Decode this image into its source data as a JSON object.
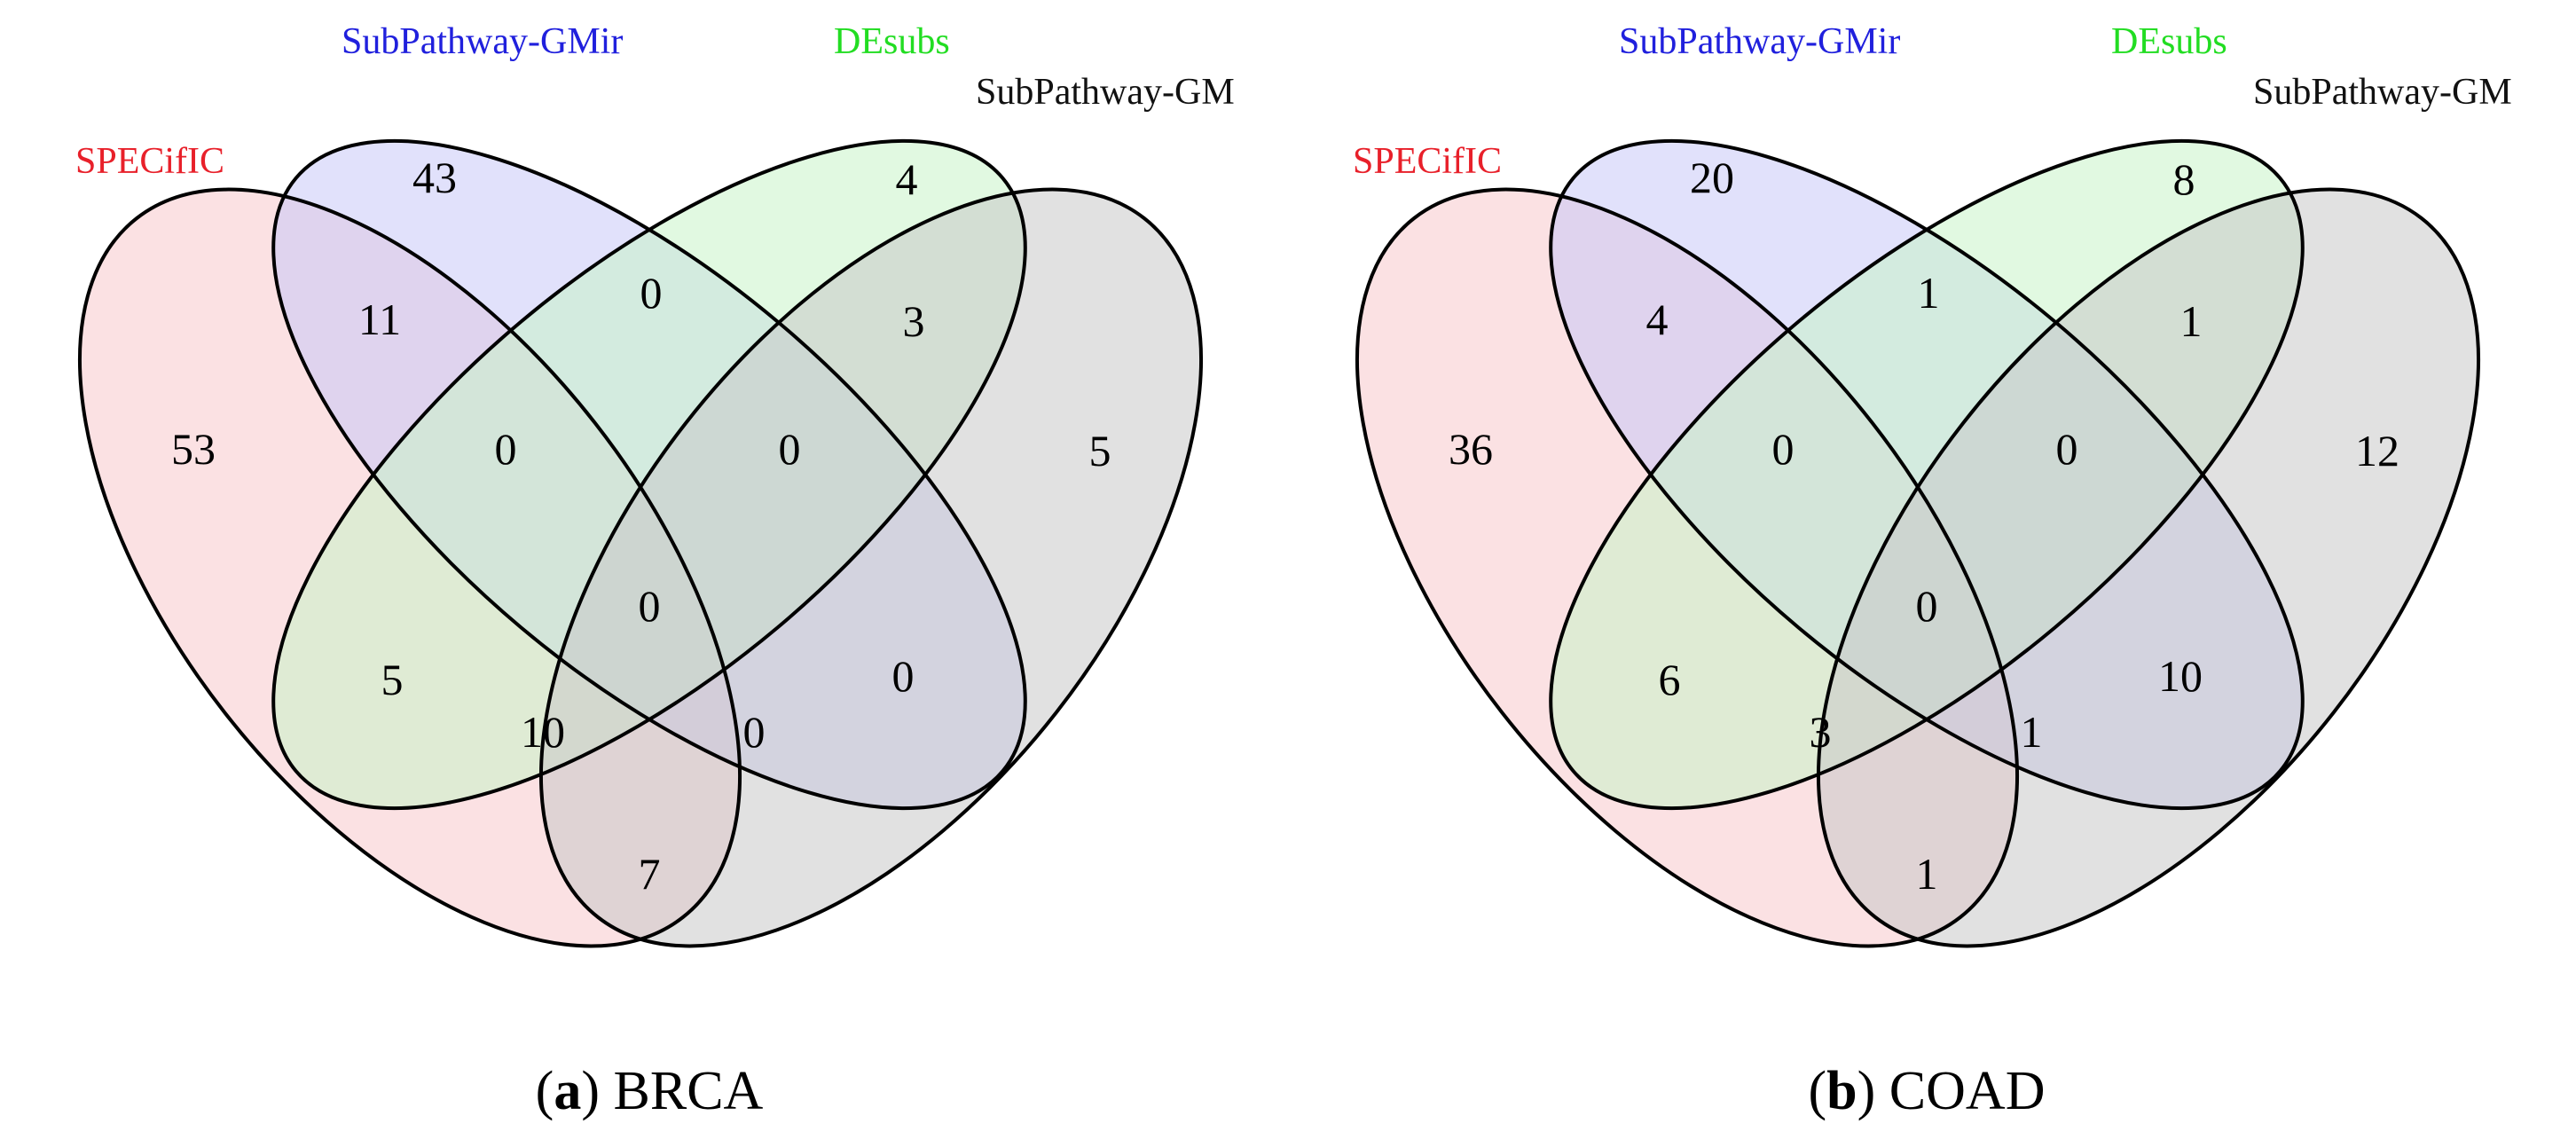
{
  "sets": [
    {
      "key": "specific",
      "label": "SPECifIC",
      "color": "#e8202a",
      "fill": "#f8c8cc"
    },
    {
      "key": "gmir",
      "label": "SubPathway-GMir",
      "color": "#2020dd",
      "fill": "#c8c8f8"
    },
    {
      "key": "desubs",
      "label": "DEsubs",
      "color": "#22dd22",
      "fill": "#c8f4c8"
    },
    {
      "key": "gm",
      "label": "SubPathway-GM",
      "color": "#111111",
      "fill": "#c9c9c9"
    }
  ],
  "panels": [
    {
      "caption_letter": "a",
      "caption_text": "BRCA",
      "regions": {
        "A": "53",
        "B": "43",
        "C": "4",
        "D": "5",
        "AB": "11",
        "BC": "0",
        "CD": "3",
        "AC": "0",
        "BD": "0",
        "ABC": "5",
        "BCD": "0",
        "ACD": "0",
        "ABD": "0",
        "ABCD": "10",
        "AD": "7"
      }
    },
    {
      "caption_letter": "b",
      "caption_text": "COAD",
      "regions": {
        "A": "36",
        "B": "20",
        "C": "8",
        "D": "12",
        "AB": "4",
        "BC": "1",
        "CD": "1",
        "AC": "0",
        "BD": "0",
        "ABC": "6",
        "BCD": "10",
        "ACD": "0",
        "ABD": "1",
        "ABCD": "3",
        "AD": "1"
      }
    }
  ]
}
